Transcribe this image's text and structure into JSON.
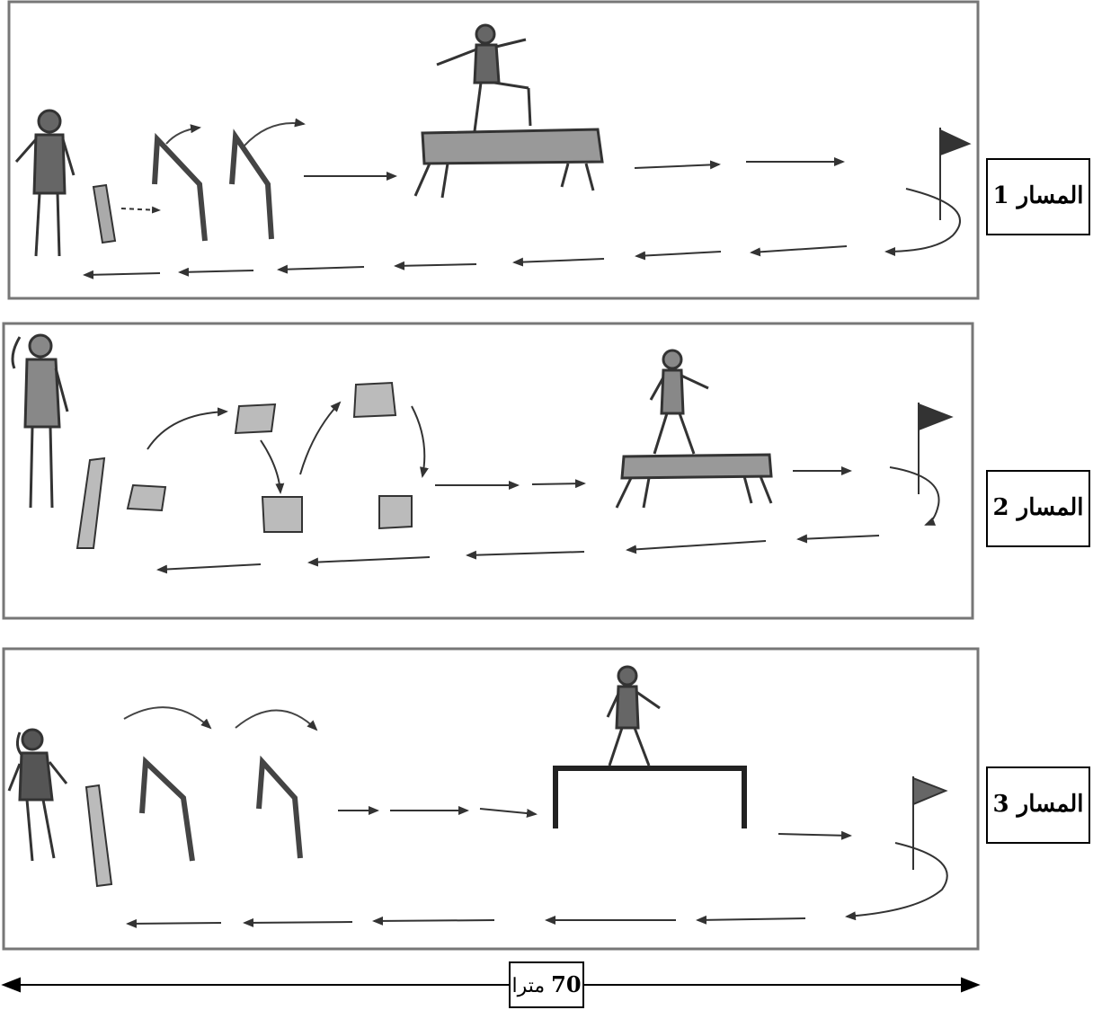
{
  "lanes": [
    {
      "label": "المسار 1"
    },
    {
      "label": "المسار 2"
    },
    {
      "label": "المسار 3"
    }
  ],
  "distance": {
    "value": "70",
    "unit": "مترا"
  }
}
